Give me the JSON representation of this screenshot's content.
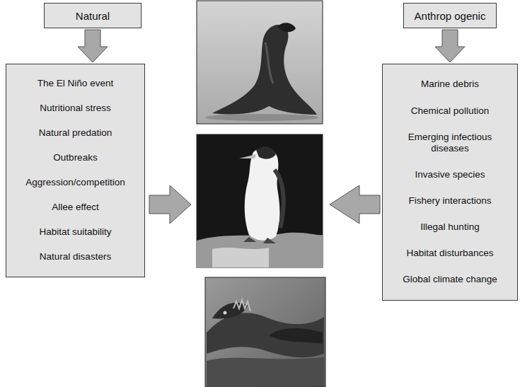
{
  "diagram": {
    "nodes": [
      {
        "text": [
          "Natural"
        ]
      },
      {
        "text": [
          "The El Niño event",
          "Nutritional stress",
          "Natural predation",
          "Outbreaks",
          "Aggression/competition",
          "Allee effect",
          "Habitat suitability",
          "Natural disasters"
        ]
      },
      {
        "text": [
          "Anthrop ogenic"
        ]
      },
      {
        "text": [
          "Marine debris",
          "Chemical pollution",
          "Emerging infectious diseases",
          "Invasive species",
          "Fishery interactions",
          "Illegal hunting",
          "Habitat disturbances",
          "Global climate change"
        ]
      }
    ],
    "edges": [
      {
        "from": 0,
        "to": 1,
        "arrow": "to"
      },
      {
        "from": 2,
        "to": 3,
        "arrow": "to"
      }
    ]
  }
}
